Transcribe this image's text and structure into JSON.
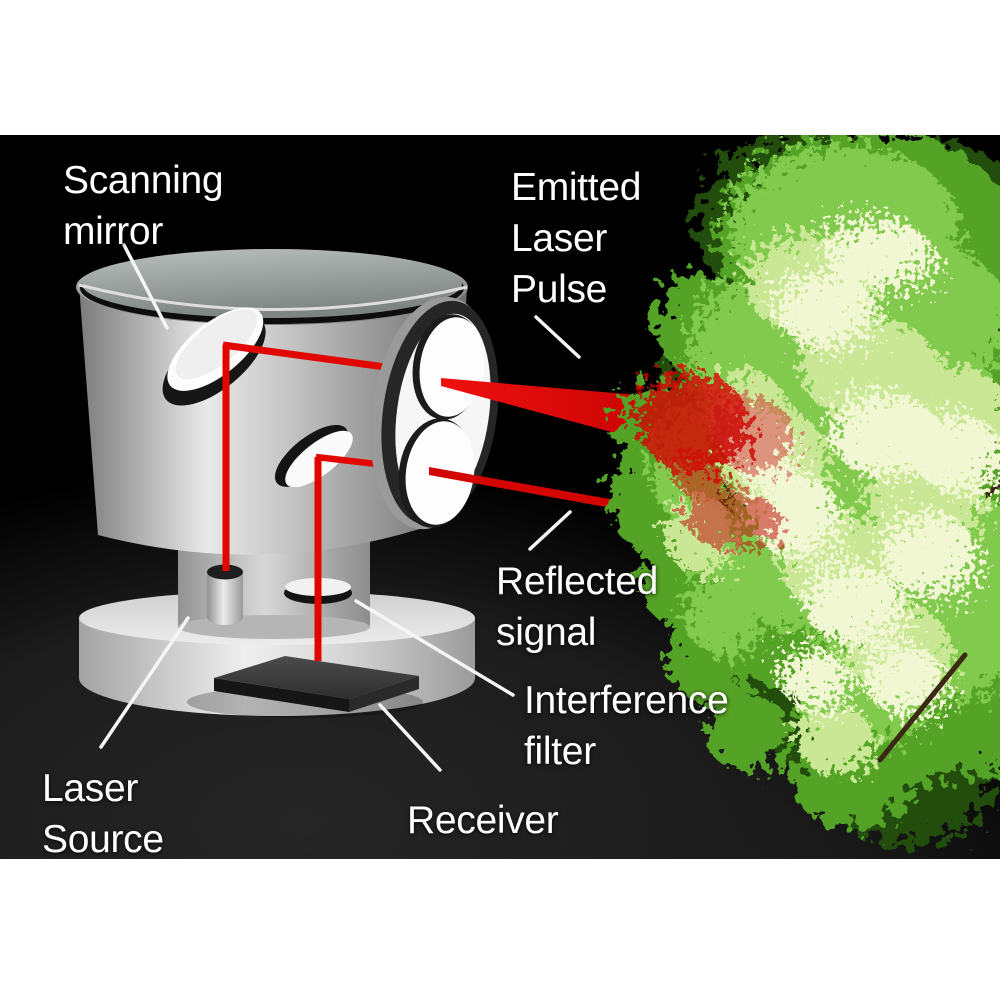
{
  "labels": {
    "scanning_mirror": {
      "text": "Scanning\nmirror"
    },
    "emitted_laser_pulse": {
      "text": "Emitted\nLaser\nPulse"
    },
    "reflected_signal": {
      "text": "Reflected\nsignal"
    },
    "interference_filter": {
      "text": "Interference\nfilter"
    },
    "laser_source": {
      "text": "Laser\nSource"
    },
    "receiver": {
      "text": "Receiver"
    }
  },
  "colors": {
    "background": "#000000",
    "letterbox": "#ffffff",
    "label_text": "#ffffff",
    "laser_beam": "#e10600",
    "device_metal": "#c9c9c9",
    "foliage_mid_green": "#55a326",
    "foliage_highlight": "#f0f7d2",
    "branch_brown": "#5d4122"
  }
}
